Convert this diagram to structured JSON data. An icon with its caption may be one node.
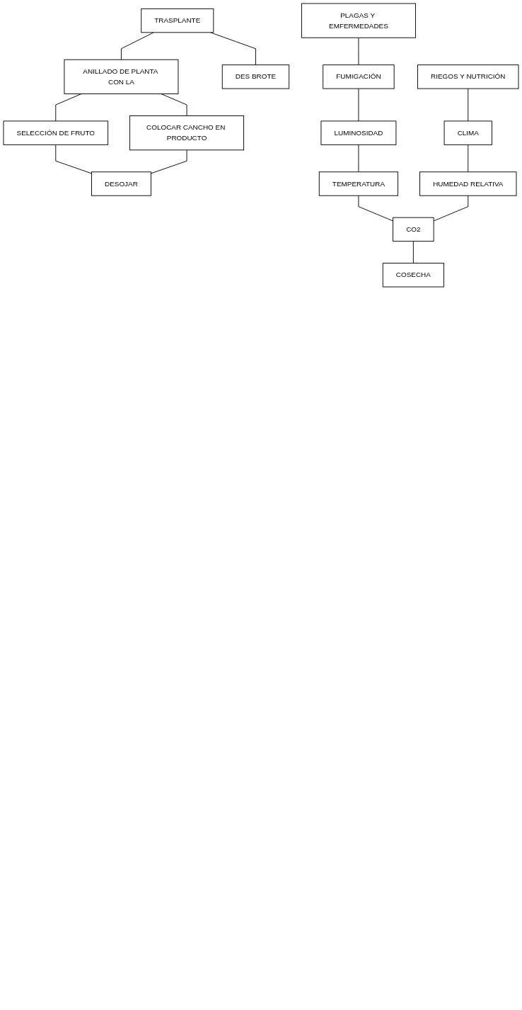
{
  "diagram": {
    "nodes": [
      {
        "text": [
          "TRASPLANTE"
        ]
      },
      {
        "text": [
          "ANILLADO DE PLANTA CON LA"
        ]
      },
      {
        "text": [
          "DES BROTE"
        ]
      },
      {
        "text": [
          "SELECCIÓN DE FRUTO"
        ]
      },
      {
        "text": [
          "COLOCAR CANCHO EN PRODUCTO"
        ]
      },
      {
        "text": [
          "DESOJAR"
        ]
      },
      {
        "text": [
          "PLAGAS Y EMFERMEDADES"
        ]
      },
      {
        "text": [
          "RIEGOS Y NUTRICIÓN"
        ]
      },
      {
        "text": [
          "FUMIGACIÓN"
        ]
      },
      {
        "text": [
          "LUMINOSIDAD"
        ]
      },
      {
        "text": [
          "CLIMA"
        ]
      },
      {
        "text": [
          "TEMPERATURA"
        ]
      },
      {
        "text": [
          "HUMEDAD RELATIVA"
        ]
      },
      {
        "text": [
          "CO2"
        ]
      },
      {
        "text": [
          "COSECHA"
        ]
      }
    ],
    "edges": [
      {
        "from": 0,
        "to": 1,
        "arrow": "none"
      },
      {
        "from": 0,
        "to": 2,
        "arrow": "none"
      },
      {
        "from": 1,
        "to": 3,
        "arrow": "none"
      },
      {
        "from": 1,
        "to": 4,
        "arrow": "none"
      },
      {
        "from": 3,
        "to": 5,
        "arrow": "none"
      },
      {
        "from": 4,
        "to": 5,
        "arrow": "none"
      },
      {
        "from": 6,
        "to": 8,
        "arrow": "none"
      },
      {
        "from": 8,
        "to": 9,
        "arrow": "none"
      },
      {
        "from": 9,
        "to": 11,
        "arrow": "none"
      },
      {
        "from": 7,
        "to": 10,
        "arrow": "none"
      },
      {
        "from": 10,
        "to": 12,
        "arrow": "none"
      },
      {
        "from": 11,
        "to": 13,
        "arrow": "none"
      },
      {
        "from": 12,
        "to": 13,
        "arrow": "none"
      },
      {
        "from": 13,
        "to": 14,
        "arrow": "none"
      }
    ]
  }
}
